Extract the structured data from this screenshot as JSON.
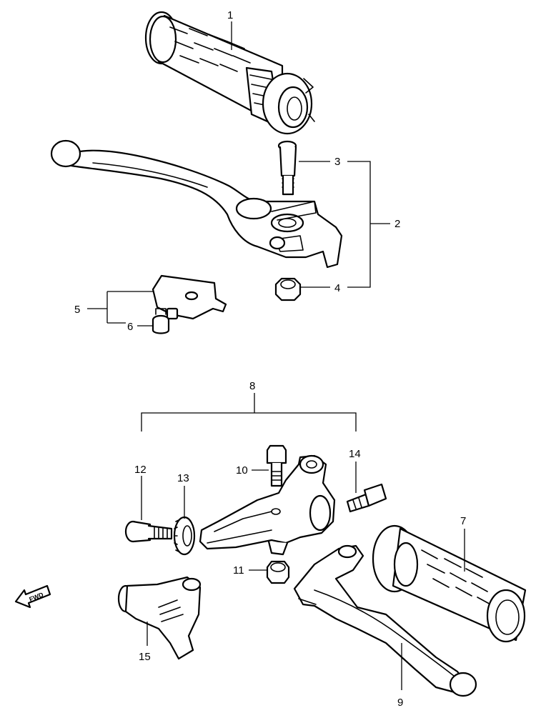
{
  "callouts": {
    "c1": "1",
    "c2": "2",
    "c3": "3",
    "c4": "4",
    "c5": "5",
    "c6": "6",
    "c7": "7",
    "c8": "8",
    "c9": "9",
    "c10": "10",
    "c11": "11",
    "c12": "12",
    "c13": "13",
    "c14": "14",
    "c15": "15"
  },
  "fwd_marker": {
    "label": "FWD",
    "icon": "fwd-arrow-icon"
  },
  "colors": {
    "line": "#000000",
    "background": "#ffffff"
  }
}
